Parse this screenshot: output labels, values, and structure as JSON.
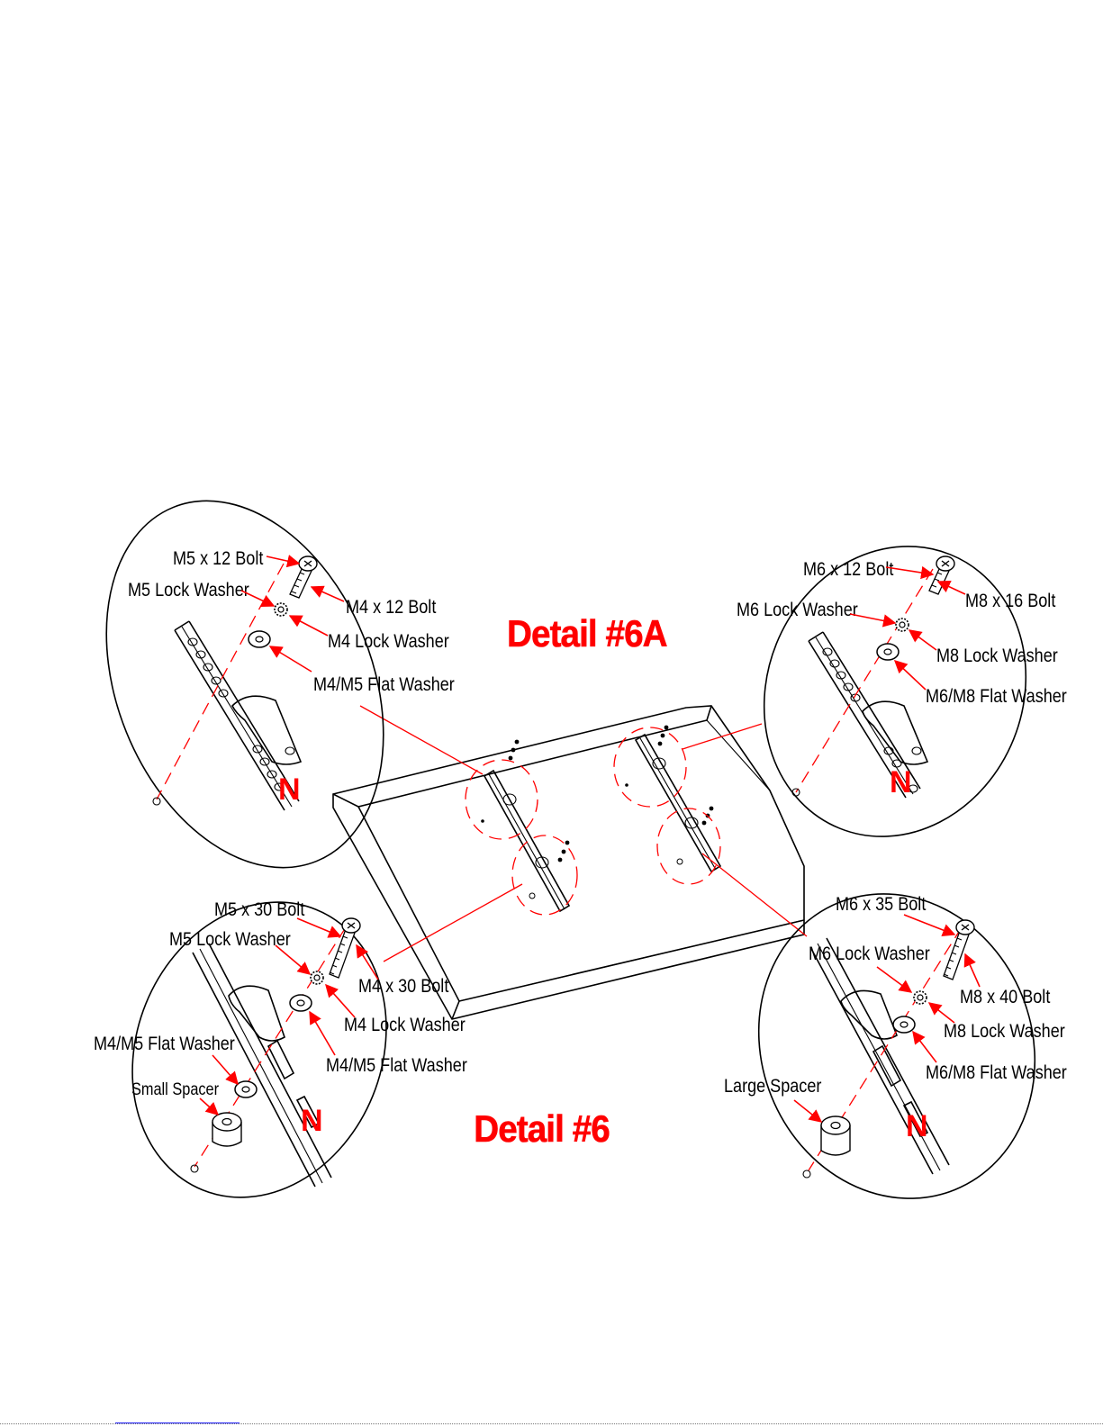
{
  "colors": {
    "accent": "#ff0000",
    "ink": "#000000",
    "link": "#2020ff"
  },
  "details": {
    "detail_6a": "Detail #6A",
    "detail_6": "Detail #6"
  },
  "tl": {
    "bolt_m5": "M5 x 12 Bolt",
    "lock_m5": "M5 Lock Washer",
    "bolt_m4": "M4 x 12 Bolt",
    "lock_m4": "M4 Lock Washer",
    "flat": "M4/M5 Flat Washer",
    "n": "N"
  },
  "tr": {
    "bolt_m6": "M6 x 12 Bolt",
    "bolt_m8": "M8 x 16 Bolt",
    "lock_m6": "M6 Lock Washer",
    "lock_m8": "M8 Lock Washer",
    "flat": "M6/M8 Flat Washer",
    "n": "N"
  },
  "bl": {
    "bolt_m5": "M5 x 30 Bolt",
    "lock_m5": "M5 Lock Washer",
    "bolt_m4": "M4 x 30 Bolt",
    "lock_m4": "M4 Lock Washer",
    "flat_right": "M4/M5 Flat Washer",
    "flat_left": "M4/M5 Flat Washer",
    "spacer": "Small Spacer",
    "n": "N"
  },
  "br": {
    "bolt_m6": "M6 x 35 Bolt",
    "lock_m6": "M6 Lock Washer",
    "bolt_m8": "M8 x 40 Bolt",
    "lock_m8": "M8 Lock Washer",
    "flat": "M6/M8 Flat Washer",
    "spacer": "Large Spacer",
    "n": "N"
  }
}
